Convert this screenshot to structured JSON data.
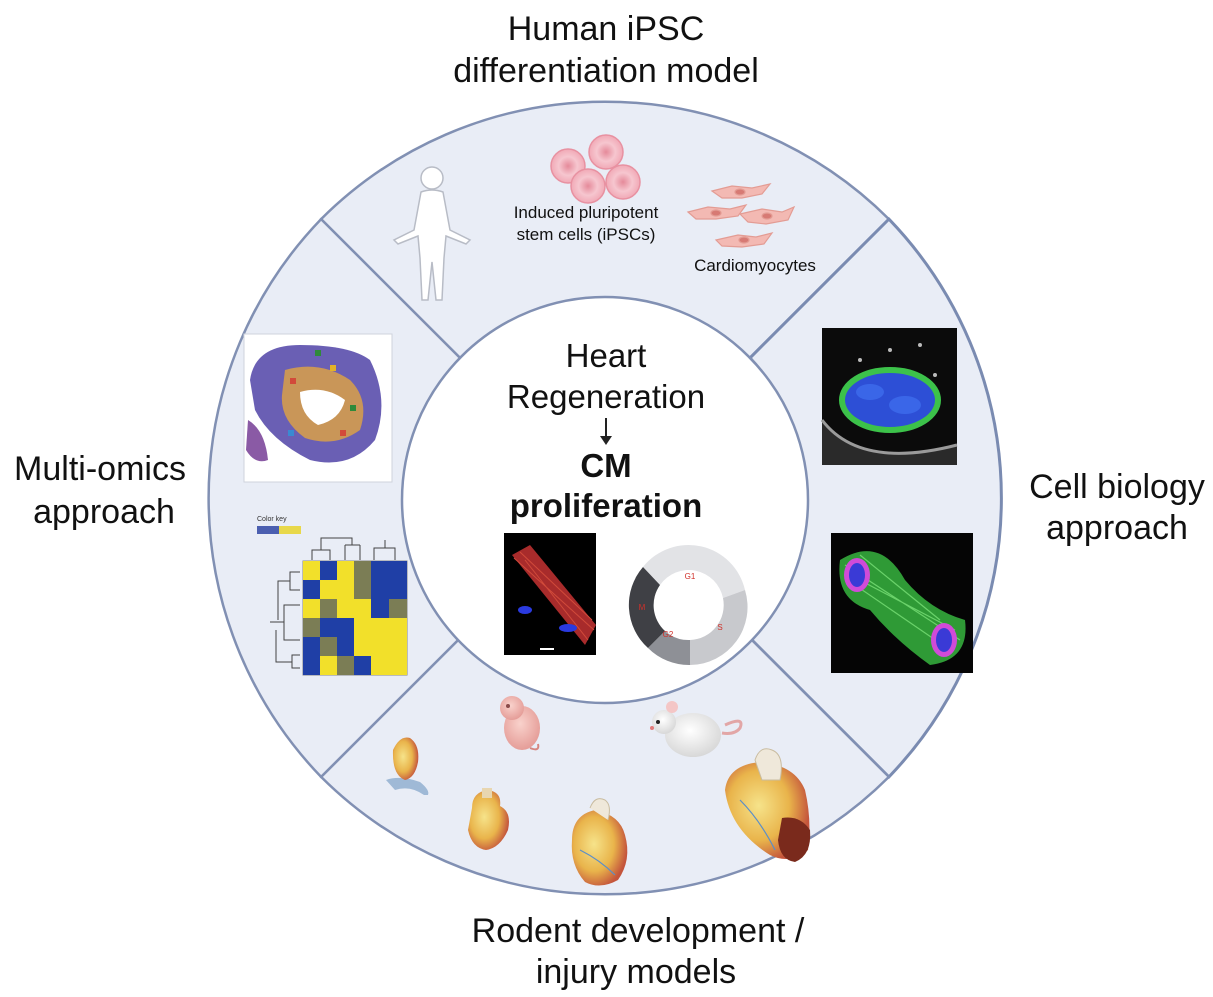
{
  "outer_labels": {
    "top": [
      "Human iPSC",
      "differentiation model"
    ],
    "left": [
      "Multi-omics",
      "approach"
    ],
    "right": [
      "Cell biology",
      "approach"
    ],
    "bottom": [
      "Rodent development /",
      "injury models"
    ]
  },
  "ipsc_panel": {
    "ipsc_label": [
      "Induced pluripotent",
      "stem cells (iPSCs)"
    ],
    "cm_label": "Cardiomyocytes"
  },
  "center": {
    "title": [
      "Heart",
      "Regeneration"
    ],
    "subtitle": [
      "CM",
      "proliferation"
    ],
    "cell_cycle_phases": [
      "G1",
      "S",
      "G2",
      "M"
    ]
  },
  "heatmap": {
    "color_key_label": "Color key"
  },
  "colors": {
    "segment_fill": "#e9edf6",
    "segment_stroke": "#8190b3",
    "heatmap_blue": "#1f3fa6",
    "heatmap_yellow": "#f2e02a",
    "heatmap_olive": "#7b7d55",
    "nucleus_green": "#3cc24a",
    "nucleus_blue": "#2d4fd6"
  }
}
